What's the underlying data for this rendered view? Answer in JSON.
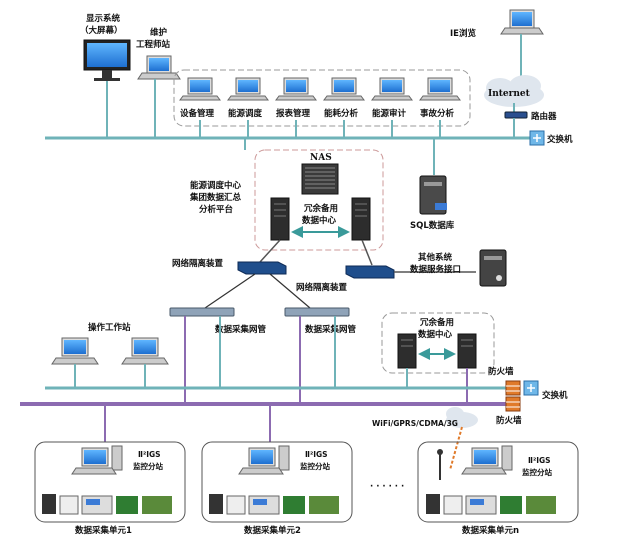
{
  "top": {
    "display_system": "显示系统",
    "display_system_sub": "（大屏幕）",
    "maintenance_station": "维护",
    "maintenance_station_sub": "工程师站",
    "ie_browse": "IE浏览",
    "internet": "Internet",
    "router": "路由器",
    "switch": "交换机"
  },
  "apps": [
    "设备管理",
    "能源调度",
    "报表管理",
    "能耗分析",
    "能源审计",
    "事故分析"
  ],
  "center": {
    "nas": "NAS",
    "platform_line1": "能源调度中心",
    "platform_line2": "集团数据汇总",
    "platform_line3": "分析平台",
    "redundant_dc_1": "冗余备用",
    "redundant_dc_2": "数据中心",
    "sql_db": "SQL数据库",
    "isolation_1": "网络隔离装置",
    "isolation_2": "网络隔离装置",
    "other_sys_1": "其他系统",
    "other_sys_2": "数据服务接口"
  },
  "mid": {
    "gateway_1": "数据采集网管",
    "gateway_2": "数据采集网管",
    "ops_station": "操作工作站",
    "redundant_dc2_1": "冗余备用",
    "redundant_dc2_2": "数据中心",
    "firewall_1": "防火墙",
    "firewall_2": "防火墙",
    "switch_2": "交换机",
    "wireless": "WiFi/GPRS/CDMA/3G"
  },
  "bottom": {
    "substation_label_1": "Ⅱ²IGS",
    "substation_label_2": "监控分站",
    "unit_1": "数据采集单元1",
    "unit_2": "数据采集单元2",
    "unit_n": "数据采集单元n",
    "ellipsis": "· · · · · ·"
  },
  "colors": {
    "bus_teal": "#6fb3b8",
    "bus_purple": "#8c6bb1",
    "dashed": "#999999",
    "arrow_teal": "#3a9a9a",
    "device_blue": "#1f4e8c",
    "firewall_orange": "#e07a2a"
  }
}
